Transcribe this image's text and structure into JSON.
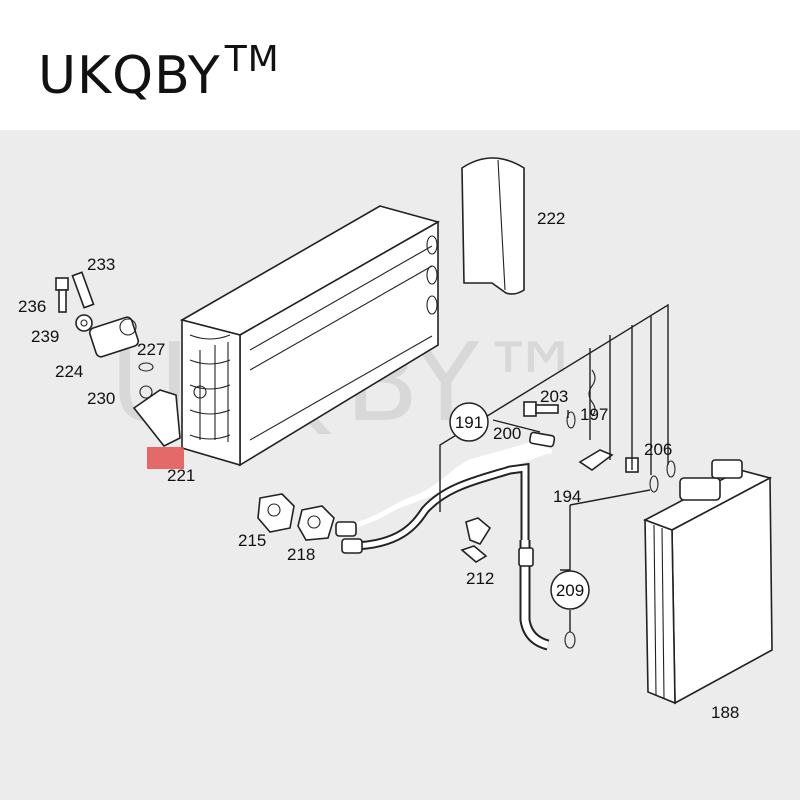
{
  "brand": {
    "name": "UKQBY",
    "mark": "TM"
  },
  "watermark": "UKQBY™",
  "highlight_color": "#e35454",
  "callouts": {
    "c188": "188",
    "c191": "191",
    "c194": "194",
    "c197": "197",
    "c200": "200",
    "c203": "203",
    "c206": "206",
    "c209": "209",
    "c212": "212",
    "c215": "215",
    "c218": "218",
    "c221": "221",
    "c222": "222",
    "c224": "224",
    "c227": "227",
    "c230": "230",
    "c233": "233",
    "c236": "236",
    "c239": "239"
  }
}
